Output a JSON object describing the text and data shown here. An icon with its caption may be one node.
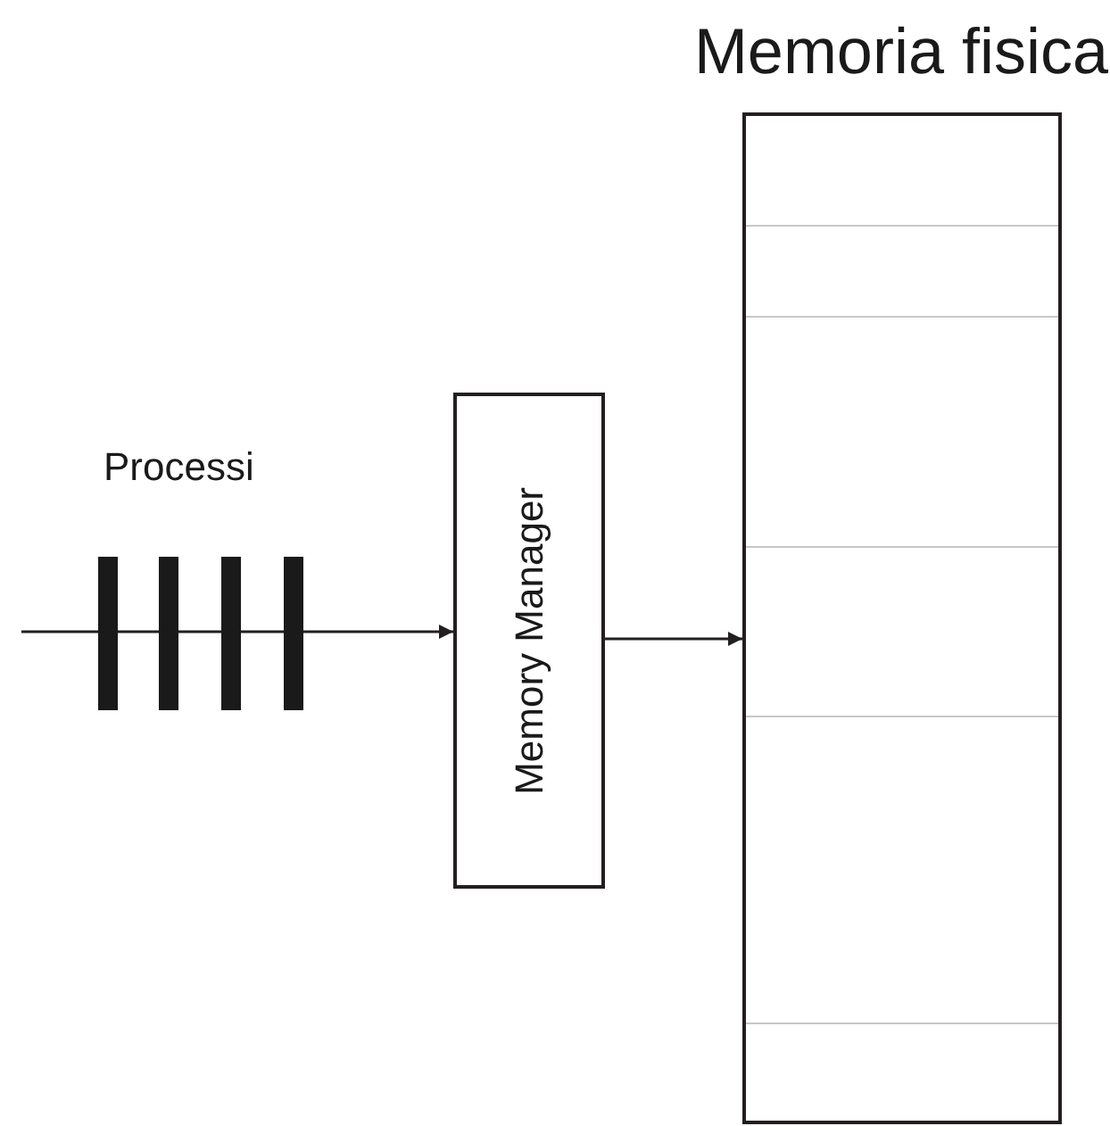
{
  "diagram": {
    "nodes": [
      {
        "text": [
          "Memory Manager"
        ]
      },
      {
        "text": [
          "Memoria fisica"
        ]
      }
    ],
    "edges": [
      {
        "from": null,
        "to": 0,
        "arrow": "to"
      },
      {
        "from": 0,
        "to": 1,
        "arrow": "to"
      }
    ],
    "labels": [
      "Processi"
    ]
  }
}
